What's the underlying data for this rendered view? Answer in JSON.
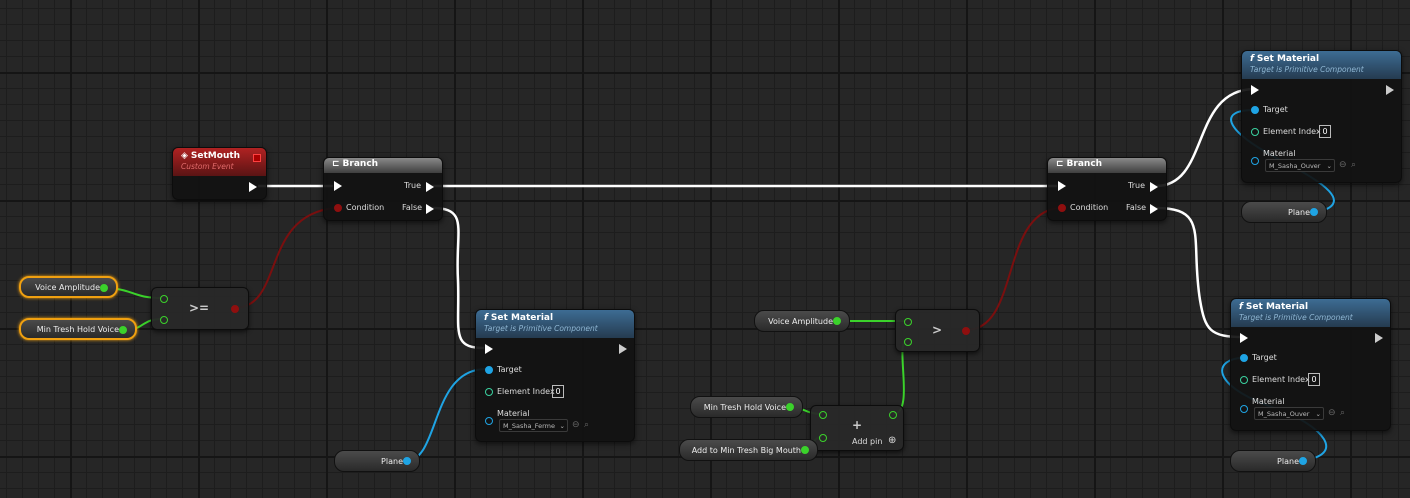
{
  "nodes": {
    "event": {
      "title": "SetMouth",
      "subtitle": "Custom Event"
    },
    "branch1": {
      "title": "Branch",
      "true_label": "True",
      "false_label": "False",
      "condition_label": "Condition"
    },
    "branch2": {
      "title": "Branch",
      "true_label": "True",
      "false_label": "False",
      "condition_label": "Condition"
    },
    "setmat1": {
      "title": "Set Material",
      "subtitle": "Target is Primitive Component",
      "target_label": "Target",
      "element_index_label": "Element Index",
      "element_index_value": "0",
      "material_label": "Material",
      "material_value": "M_Sasha_Ferme"
    },
    "setmat2": {
      "title": "Set Material",
      "subtitle": "Target is Primitive Component",
      "target_label": "Target",
      "element_index_label": "Element Index",
      "element_index_value": "0",
      "material_label": "Material",
      "material_value": "M_Sasha_Ouver"
    },
    "setmat3": {
      "title": "Set Material",
      "subtitle": "Target is Primitive Component",
      "target_label": "Target",
      "element_index_label": "Element Index",
      "element_index_value": "0",
      "material_label": "Material",
      "material_value": "M_Sasha_Ouver"
    },
    "gte": {
      "operator": ">="
    },
    "gt": {
      "operator": ">"
    },
    "add": {
      "operator": "+",
      "add_pin_label": "Add pin"
    }
  },
  "variables": {
    "voice_amplitude_1": "Voice Amplitude",
    "min_tresh_1": "Min Tresh Hold Voice",
    "voice_amplitude_2": "Voice Amplitude",
    "min_tresh_2": "Min Tresh Hold Voice",
    "add_big_mouth": "Add to Min Tresh Big Mouth",
    "plane_1": "Plane",
    "plane_2": "Plane",
    "plane_3": "Plane"
  },
  "icons": {
    "function": "f",
    "event": "diamond-event-icon",
    "branch": "branch-icon"
  },
  "colors": {
    "exec": "#ffffff",
    "bool": "#8f0f0f",
    "float": "#3bd22b",
    "object": "#1fa4e4",
    "material": "#1fa4e4",
    "event_header": "#b02222",
    "function_header": "#3d6c93",
    "selection": "#f0a010"
  }
}
